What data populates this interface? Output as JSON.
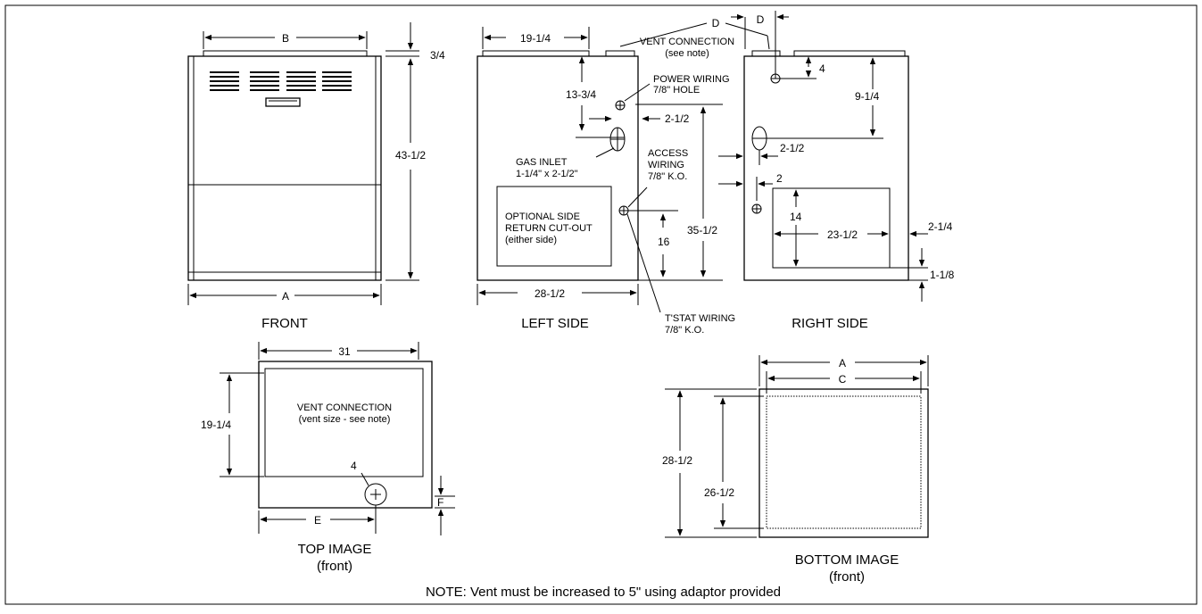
{
  "views": {
    "front": {
      "title": "FRONT",
      "dim_b": "B",
      "dim_a": "A",
      "dim_top": "3/4",
      "dim_height": "43-1/2"
    },
    "left": {
      "title": "LEFT SIDE",
      "dim_top_width": "19-1/4",
      "dim_depth": "28-1/2",
      "dim_13": "13-3/4",
      "dim_2half": "2-1/2",
      "dim_16": "16",
      "dim_35": "35-1/2"
    },
    "right": {
      "title": "RIGHT SIDE",
      "dim_d_left": "D",
      "dim_d_right": "D",
      "dim_4": "4",
      "dim_9": "9-1/4",
      "dim_2half": "2-1/2",
      "dim_2": "2",
      "dim_14": "14",
      "dim_23": "23-1/2",
      "dim_2quarter": "2-1/4",
      "dim_1eighth": "1-1/8"
    },
    "top": {
      "title": "TOP IMAGE",
      "subtitle": "(front)",
      "dim_31": "31",
      "dim_19": "19-1/4",
      "dim_4": "4",
      "dim_e": "E",
      "dim_f": "F",
      "vent_label": "VENT CONNECTION",
      "vent_sub": "(vent size - see note)"
    },
    "bottom": {
      "title": "BOTTOM IMAGE",
      "subtitle": "(front)",
      "dim_a": "A",
      "dim_c": "C",
      "dim_28": "28-1/2",
      "dim_26": "26-1/2"
    }
  },
  "callouts": {
    "vent_connection": "VENT CONNECTION",
    "vent_see_note": "(see note)",
    "power_wiring": "POWER WIRING",
    "power_hole": "7/8\" HOLE",
    "gas_inlet": "GAS INLET",
    "gas_size": "1-1/4\" x 2-1/2\"",
    "access": "ACCESS",
    "access_wiring": "WIRING",
    "access_ko": "7/8\" K.O.",
    "optional_1": "OPTIONAL SIDE",
    "optional_2": "RETURN CUT-OUT",
    "optional_3": "(either side)",
    "tstat_1": "T'STAT WIRING",
    "tstat_2": "7/8\" K.O."
  },
  "note": "NOTE: Vent must be increased to 5\" using adaptor provided"
}
